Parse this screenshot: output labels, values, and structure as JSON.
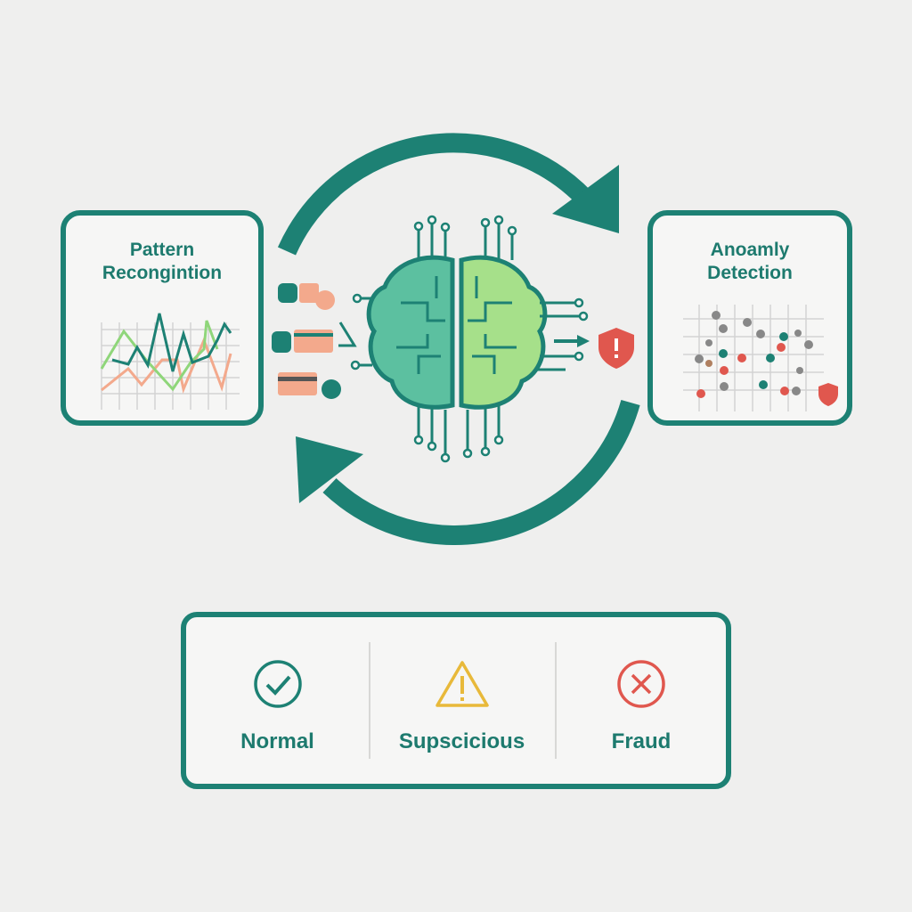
{
  "left_card": {
    "title_line1": "Pattern",
    "title_line2": "Recongintion"
  },
  "right_card": {
    "title_line1": "Anoamly",
    "title_line2": "Detection"
  },
  "legend": {
    "items": [
      {
        "label": "Normal",
        "color": "#1d8174"
      },
      {
        "label": "Supscicious",
        "color": "#e8b93a"
      },
      {
        "label": "Fraud",
        "color": "#e0574e"
      }
    ]
  },
  "colors": {
    "teal": "#1d8174",
    "light_green": "#8fd67a",
    "salmon": "#f3a98c",
    "red": "#e0574e"
  }
}
